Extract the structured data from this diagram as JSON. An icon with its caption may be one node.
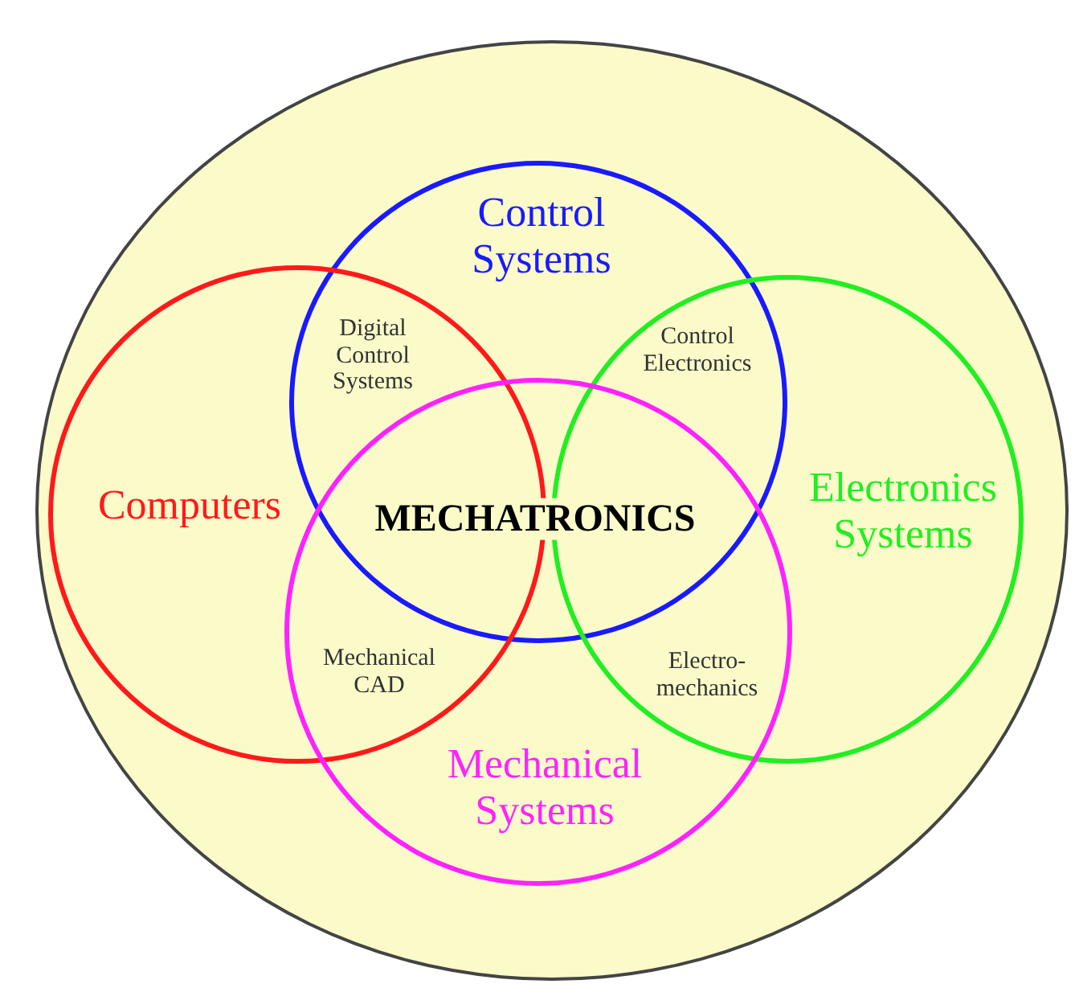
{
  "diagram": {
    "nodes": [
      {
        "text": [],
        "shape": "circle"
      },
      {
        "text": [
          "Control Systems"
        ],
        "in": 0
      },
      {
        "text": [
          "Computers"
        ],
        "in": 0
      },
      {
        "text": [
          "Electronics Systems"
        ],
        "in": 0
      },
      {
        "text": [
          "Mechanical Systems"
        ],
        "in": 0
      }
    ],
    "edges": [],
    "labels": [
      "Digital Control Systems",
      "Control Electronics",
      "MECHATRONICS",
      "Mechanical CAD",
      "Electro-mechanics"
    ]
  }
}
